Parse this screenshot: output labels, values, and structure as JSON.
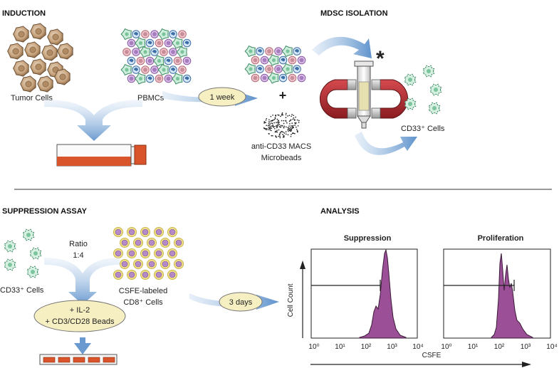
{
  "sections": {
    "induction": "INDUCTION",
    "mdsc_isolation": "MDSC ISOLATION",
    "suppression_assay": "SUPPRESSION ASSAY",
    "analysis": "ANALYSIS"
  },
  "labels": {
    "tumor_cells": "Tumor Cells",
    "pbmcs": "PBMCs",
    "one_week": "1 week",
    "plus": "+",
    "microbeads_1": "anti-CD33 MACS",
    "microbeads_2": "Microbeads",
    "asterisk": "*",
    "cd33_cells_top": "CD33⁺ Cells",
    "cd33_cells_bottom": "CD33⁺ Cells",
    "ratio_1": "Ratio",
    "ratio_2": "1:4",
    "il2_1": "+ IL-2",
    "il2_2": "+ CD3/CD28 Beads",
    "csfe_1": "CSFE-labeled",
    "csfe_2": "CD8⁺ Cells",
    "three_days": "3 days"
  },
  "plots": {
    "suppression_title": "Suppression",
    "proliferation_title": "Proliferation",
    "y_axis": "Cell Count",
    "x_axis": "CSFE",
    "ticks": [
      "10⁰",
      "10¹",
      "10²",
      "10³",
      "10⁴"
    ]
  },
  "colors": {
    "arrow_blue": "#7ba7d6",
    "magnet_red": "#b0282d",
    "histogram_purple": "#9b4f96",
    "pill_fill": "#f6efc2",
    "flask_orange": "#d9542a"
  }
}
